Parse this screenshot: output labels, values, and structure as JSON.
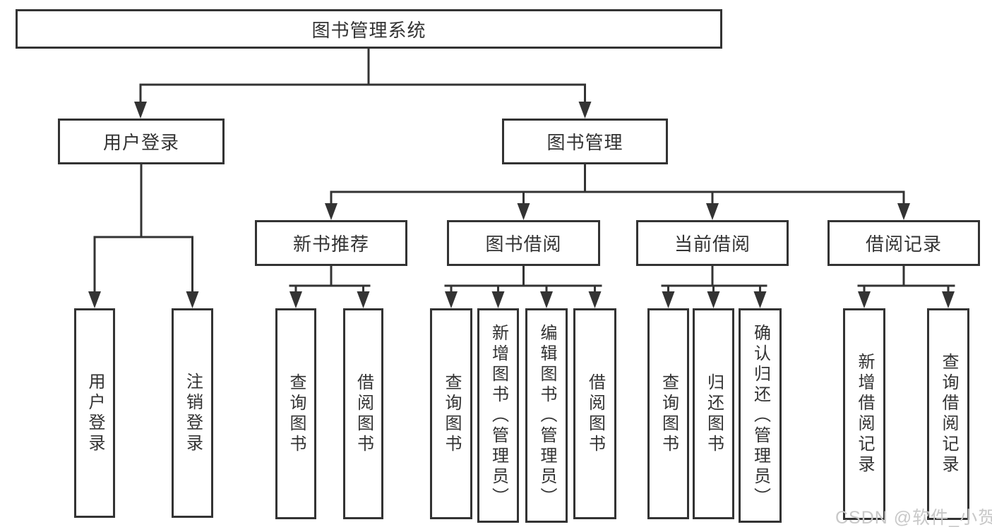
{
  "diagram": {
    "root": {
      "label": "图书管理系统"
    },
    "branches": [
      {
        "label": "用户登录",
        "children": [
          {
            "label": "用户登录"
          },
          {
            "label": "注销登录"
          }
        ]
      },
      {
        "label": "图书管理",
        "children": [
          {
            "label": "新书推荐",
            "children": [
              {
                "label": "查询图书"
              },
              {
                "label": "借阅图书"
              }
            ]
          },
          {
            "label": "图书借阅",
            "children": [
              {
                "label": "查询图书"
              },
              {
                "label": "新增图书（管理员）"
              },
              {
                "label": "编辑图书（管理员）"
              },
              {
                "label": "借阅图书"
              }
            ]
          },
          {
            "label": "当前借阅",
            "children": [
              {
                "label": "查询图书"
              },
              {
                "label": "归还图书"
              },
              {
                "label": "确认归还（管理员）"
              }
            ]
          },
          {
            "label": "借阅记录",
            "children": [
              {
                "label": "新增借阅记录"
              },
              {
                "label": "查询借阅记录"
              }
            ]
          }
        ]
      }
    ]
  },
  "watermark": {
    "text": "CSDN @软件_小贺同学"
  },
  "colors": {
    "line": "#333333",
    "text": "#333333",
    "watermark": "#c8c8c8",
    "background": "#ffffff"
  }
}
